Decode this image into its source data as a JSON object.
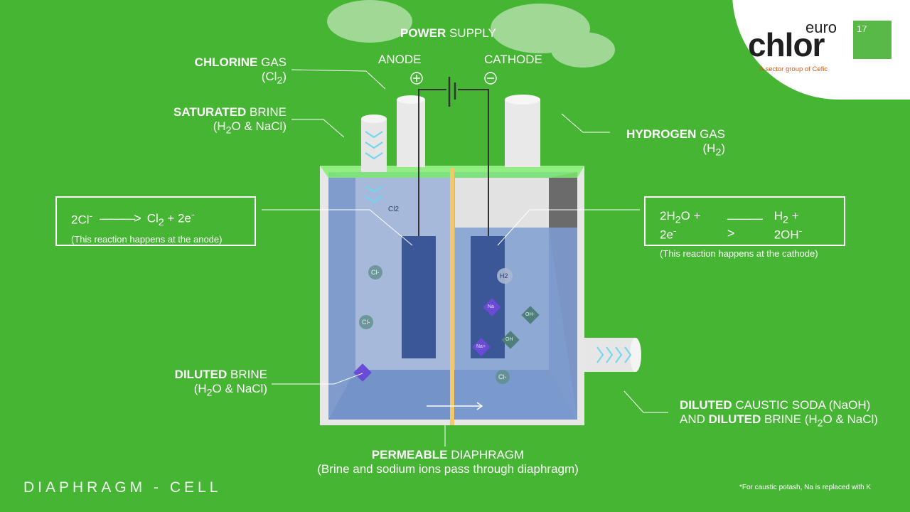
{
  "labels": {
    "power_supply_bold": "POWER",
    "power_supply_rest": " SUPPLY",
    "anode": "ANODE",
    "cathode": "CATHODE",
    "chlorine_bold": "CHLORINE",
    "chlorine_rest": " GAS",
    "chlorine_formula": "(Cl",
    "chlorine_formula_sub": "2",
    "chlorine_formula_end": ")",
    "saturated_bold": "SATURATED",
    "saturated_rest": " BRINE",
    "saturated_formula_a": "(H",
    "saturated_formula_sub": "2",
    "saturated_formula_b": "O & NaCl)",
    "hydrogen_bold": "HYDROGEN",
    "hydrogen_rest": " GAS",
    "hydrogen_formula_a": "(H",
    "hydrogen_formula_sub": "2",
    "hydrogen_formula_b": ")",
    "diluted_bold": "DILUTED",
    "diluted_rest": " BRINE",
    "diluted_formula_a": "(H",
    "diluted_formula_sub": "2",
    "diluted_formula_b": "O & NaCl)",
    "caustic_line1_bold": "DILUTED",
    "caustic_line1_rest": " CAUSTIC SODA (NaOH)",
    "caustic_line2_a": "AND ",
    "caustic_line2_bold": "DILUTED",
    "caustic_line2_b": " BRINE (H",
    "caustic_line2_sub": "2",
    "caustic_line2_c": "O & NaCl)",
    "diaphragm_bold": "PERMEABLE",
    "diaphragm_rest": " DIAPHRAGM",
    "diaphragm_note": "(Brine and sodium ions pass through diaphragm)"
  },
  "equations": {
    "anode": {
      "lhs": "2Cl",
      "lhs_sup": "-",
      "rhs_a": "Cl",
      "rhs_sub": "2",
      "rhs_b": " + 2e",
      "rhs_sup": "-",
      "note": "(This reaction happens at the anode)"
    },
    "cathode": {
      "lhs_a": "2H",
      "lhs_sub": "2",
      "lhs_b": "O + 2e",
      "lhs_sup": "-",
      "rhs_a": "H",
      "rhs_sub": "2",
      "rhs_b": " + 2OH",
      "rhs_sup": "-",
      "note": "(This reaction happens at the cathode)"
    },
    "arrow": "———>"
  },
  "ions": {
    "cl2": "Cl2",
    "cl_minus": "Cl-",
    "h2": "H2",
    "na": "Na",
    "oh": "OH",
    "na_plus": "Na+",
    "oh_minus": "OH-"
  },
  "title": "DIAPHRAGM - CELL",
  "footnote": "*For caustic potash, Na is replaced with K",
  "logo": {
    "euro": "euro",
    "chlor": "chlor",
    "badge": "17",
    "tagline": "A sector group of Cefic"
  },
  "symbols": {
    "plus": "+",
    "minus": "−"
  },
  "colors": {
    "background": "#46b533",
    "brine": "#7f9fd1",
    "electrode": "#3b5798",
    "diaphragm": "#f2c86b",
    "ion_na": "#6a4bd6",
    "ion_cl": "#5f8f8a"
  }
}
